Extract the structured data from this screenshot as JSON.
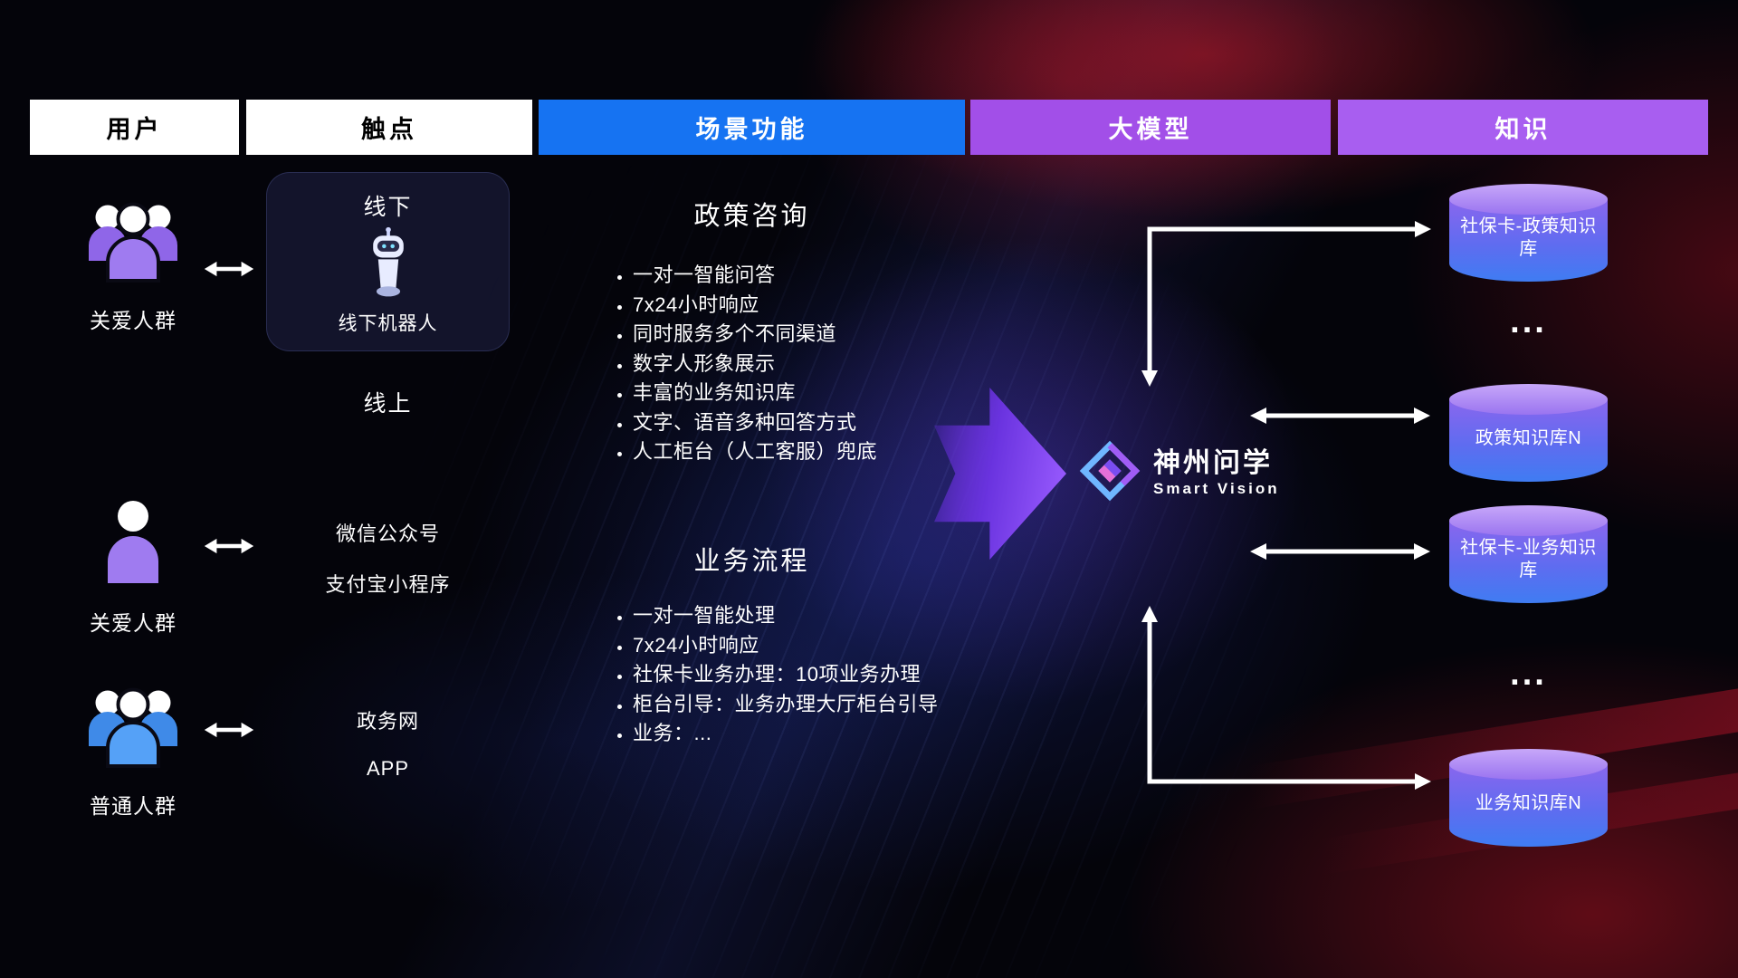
{
  "header": {
    "columns": [
      {
        "label": "用户"
      },
      {
        "label": "触点"
      },
      {
        "label": "场景功能"
      },
      {
        "label": "大模型"
      },
      {
        "label": "知识"
      }
    ]
  },
  "users": [
    {
      "label": "关爱人群",
      "icon": "people-group-purple"
    },
    {
      "label": "关爱人群",
      "icon": "person-purple"
    },
    {
      "label": "普通人群",
      "icon": "people-group-blue"
    }
  ],
  "touchpoints": {
    "offline": {
      "title": "线下",
      "robot_label": "线下机器人",
      "robot_icon": "robot-icon"
    },
    "online": {
      "title": "线上",
      "items": [
        "微信公众号",
        "支付宝小程序",
        "政务网",
        "APP"
      ]
    }
  },
  "scenarios": [
    {
      "title": "政策咨询",
      "items": [
        "一对一智能问答",
        "7x24小时响应",
        "同时服务多个不同渠道",
        "数字人形象展示",
        "丰富的业务知识库",
        "文字、语音多种回答方式",
        "人工柜台（人工客服）兜底"
      ]
    },
    {
      "title": "业务流程",
      "items": [
        "一对一智能处理",
        "7x24小时响应",
        "社保卡业务办理：10项业务办理",
        "柜台引导：业务办理大厅柜台引导",
        "业务：..."
      ]
    }
  ],
  "model": {
    "name": "神州问学",
    "subtitle": "Smart Vision",
    "logo_icon": "diamond-logo-icon"
  },
  "knowledge": {
    "databases": [
      "社保卡-政策知识库",
      "政策知识库N",
      "社保卡-业务知识库",
      "业务知识库N"
    ],
    "ellipsis": "..."
  },
  "colors": {
    "scene_header_bg": "#1673f2",
    "model_header_bg": "#a24fe8",
    "knowledge_header_bg": "#a85ef0",
    "user_icon_purple": "#9f7bf0",
    "user_icon_blue": "#55a1f7",
    "cylinder_top": "#b18ef5",
    "cylinder_bottom": "#3f7cf2",
    "big_arrow": "#8a4cf5",
    "red_glow": "#b4141e"
  }
}
